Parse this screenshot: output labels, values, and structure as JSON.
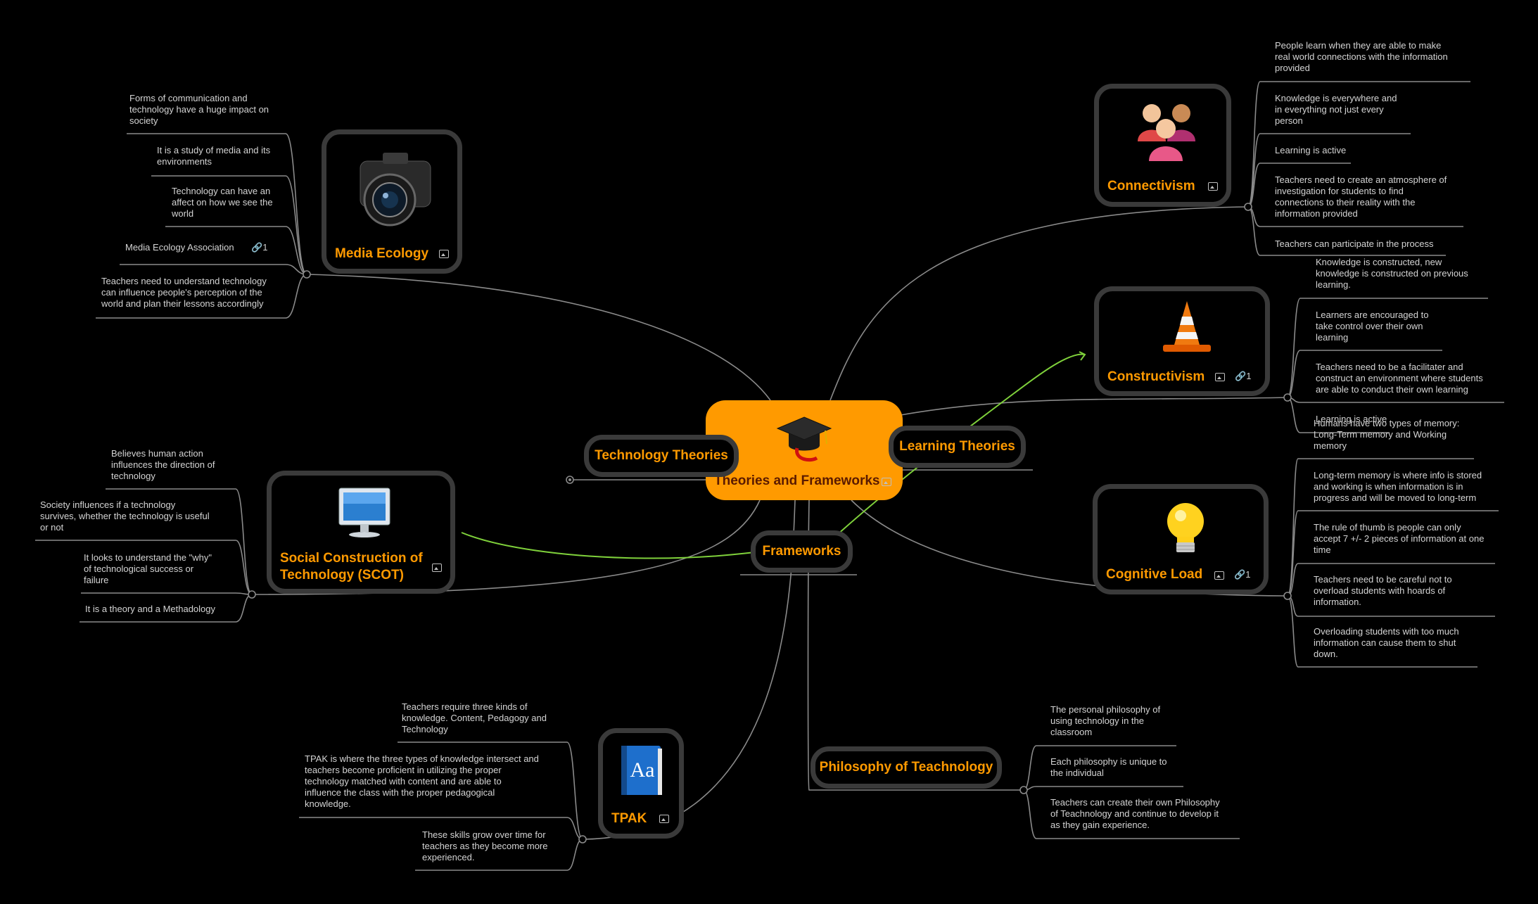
{
  "colors": {
    "background": "#000000",
    "accent": "#ff9a00",
    "center_fill": "#ff9a00",
    "border": "#3a3a3a",
    "highlight_link": "#7fd13b",
    "connector": "#8a8a8a"
  },
  "center": {
    "label": "Theories and Frameworks",
    "icon": "graduation-cap-icon"
  },
  "topics": {
    "technology_theories": "Technology Theories",
    "learning_theories": "Learning Theories",
    "frameworks": "Frameworks",
    "philosophy": "Philosophy of Teachnology"
  },
  "media_ecology": {
    "label": "Media Ecology",
    "icon": "camera-icon",
    "notes": [
      "Forms of communication and\ntechnology have a huge impact on\nsociety",
      "It is a study of media and its\nenvironments",
      "Technology can have an\naffect on how we see the\nworld",
      "Media Ecology Association",
      "Teachers need to understand technology\ncan influence people's perception of the\nworld and plan their lessons accordingly"
    ],
    "link_count": "1"
  },
  "scot": {
    "label": "Social Construction of\nTechnology (SCOT)",
    "icon": "computer-monitor-icon",
    "notes": [
      "Believes human action\ninfluences the direction of\ntechnology",
      "Society influences if a technology\nsurvives, whether the technology is useful\nor not",
      "It looks to understand the \"why\"\nof technological success or\nfailure",
      "It is a theory and a Methadology"
    ]
  },
  "connectivism": {
    "label": "Connectivism",
    "icon": "people-group-icon",
    "notes": [
      "People learn when they are able to make\nreal world connections with the information\nprovided",
      "Knowledge is everywhere and\nin everything not just every\nperson",
      "Learning is active",
      "Teachers need to create an atmosphere of\ninvestigation for students to find\nconnections to their reality with the\ninformation provided",
      "Teachers can participate in the process"
    ]
  },
  "constructivism": {
    "label": "Constructivism",
    "icon": "traffic-cone-icon",
    "link_count": "1",
    "notes": [
      "Knowledge is constructed, new\nknowledge is constructed on previous\nlearning.",
      "Learners are encouraged to\ntake control over their own\nlearning",
      "Teachers need to be a facilitater and\nconstruct an environment where students\nare able to conduct their own learning",
      "Learning is active"
    ]
  },
  "cognitive_load": {
    "label": "Cognitive Load",
    "icon": "light-bulb-icon",
    "link_count": "1",
    "notes": [
      "Humans have two types of memory:\nLong-Term memory and Working\nmemory",
      "Long-term memory is where info is stored\nand working is when information is in\nprogress and will be moved to long-term",
      "The rule of thumb is people can only\naccept 7 +/- 2 pieces of information at one\ntime",
      "Teachers need to be careful not to\noverload students with hoards of\ninformation.",
      "Overloading students with too much\ninformation can cause them to shut\ndown."
    ]
  },
  "tpak": {
    "label": "TPAK",
    "icon": "dictionary-book-icon",
    "notes": [
      "Teachers require three kinds of\nknowledge. Content, Pedagogy and\n  Technology",
      "TPAK is where the three types of knowledge intersect and\nteachers become proficient in utilizing the proper\ntechnology matched with  content and are able to\ninfluence the class with the proper pedagogical\nknowledge.",
      "These skills grow over time for\nteachers as they become more\nexperienced."
    ]
  },
  "philosophy_notes": [
    "The personal philosophy of\nusing technology in the\nclassroom",
    "Each philosophy is unique to\nthe individual",
    "Teachers can create their own Philosophy\nof Teachnology and continue to develop it\nas they gain experience."
  ]
}
